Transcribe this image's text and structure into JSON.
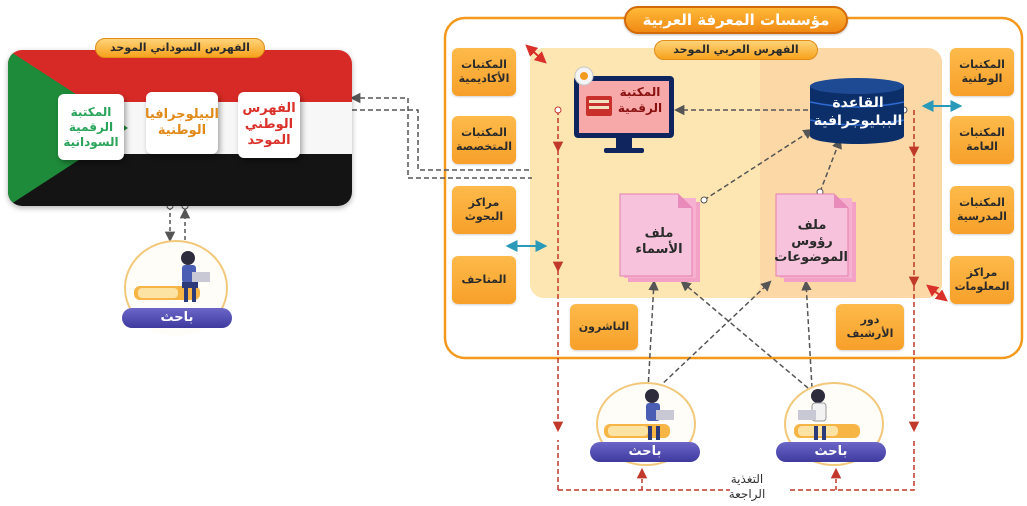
{
  "left_panel": {
    "title": "الفهرس السوداني الموحد",
    "cards": [
      {
        "label": "الفهرس الوطني الموحد",
        "color": "#d9302a"
      },
      {
        "label": "البيلوجرافيا الوطنية",
        "color": "#e08a1a"
      },
      {
        "label": "المكتبة الرقمية السودانية",
        "color": "#2aa45a"
      }
    ],
    "researcher": "باحث"
  },
  "right_panel": {
    "title": "مؤسسات المعرفة العربية",
    "inner_title": "الفهرس العربي الموحد",
    "digital_library": "المكتبة الرقمية",
    "bibliographic_db": "القاعدة الببليوجرافية",
    "names_file": "ملف الأسماء",
    "subjects_file": "ملف رؤوس الموضوعات",
    "left_boxes": [
      "المكتبات الأكاديمية",
      "المكتبات المتخصصة",
      "مراكز البحوث",
      "المتاحف"
    ],
    "right_boxes": [
      "المكتبات الوطنية",
      "المكتبات العامة",
      "المكتبات المدرسية",
      "مراكز المعلومات"
    ],
    "publishers": "الناشرون",
    "archives": "دور الأرشيف",
    "researchers": [
      "باحث",
      "باحث"
    ]
  },
  "feedback_label": "التغذية الراجعة",
  "colors": {
    "orange": "#f39a1e",
    "inner_bg": "#fbd3a0",
    "dashed": "#555555",
    "feedback": "#c0392b",
    "teal": "#2a9ab8",
    "red_arrow": "#d9302a"
  }
}
